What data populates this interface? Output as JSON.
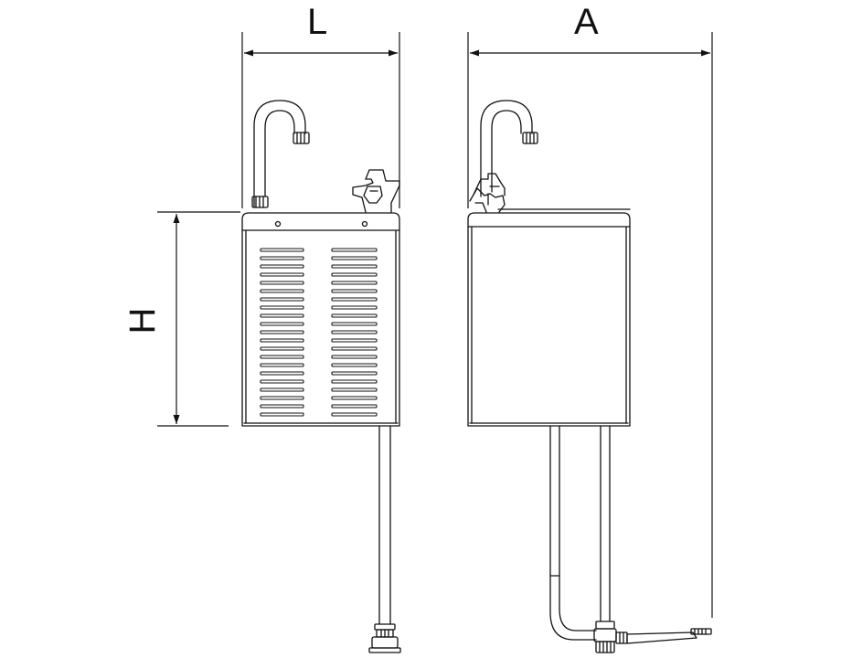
{
  "dimensions": {
    "width_label": "L",
    "depth_label": "A",
    "height_label": "H"
  },
  "colors": {
    "stroke": "#111111",
    "background": "#ffffff"
  },
  "views": [
    "front-view",
    "side-view"
  ]
}
